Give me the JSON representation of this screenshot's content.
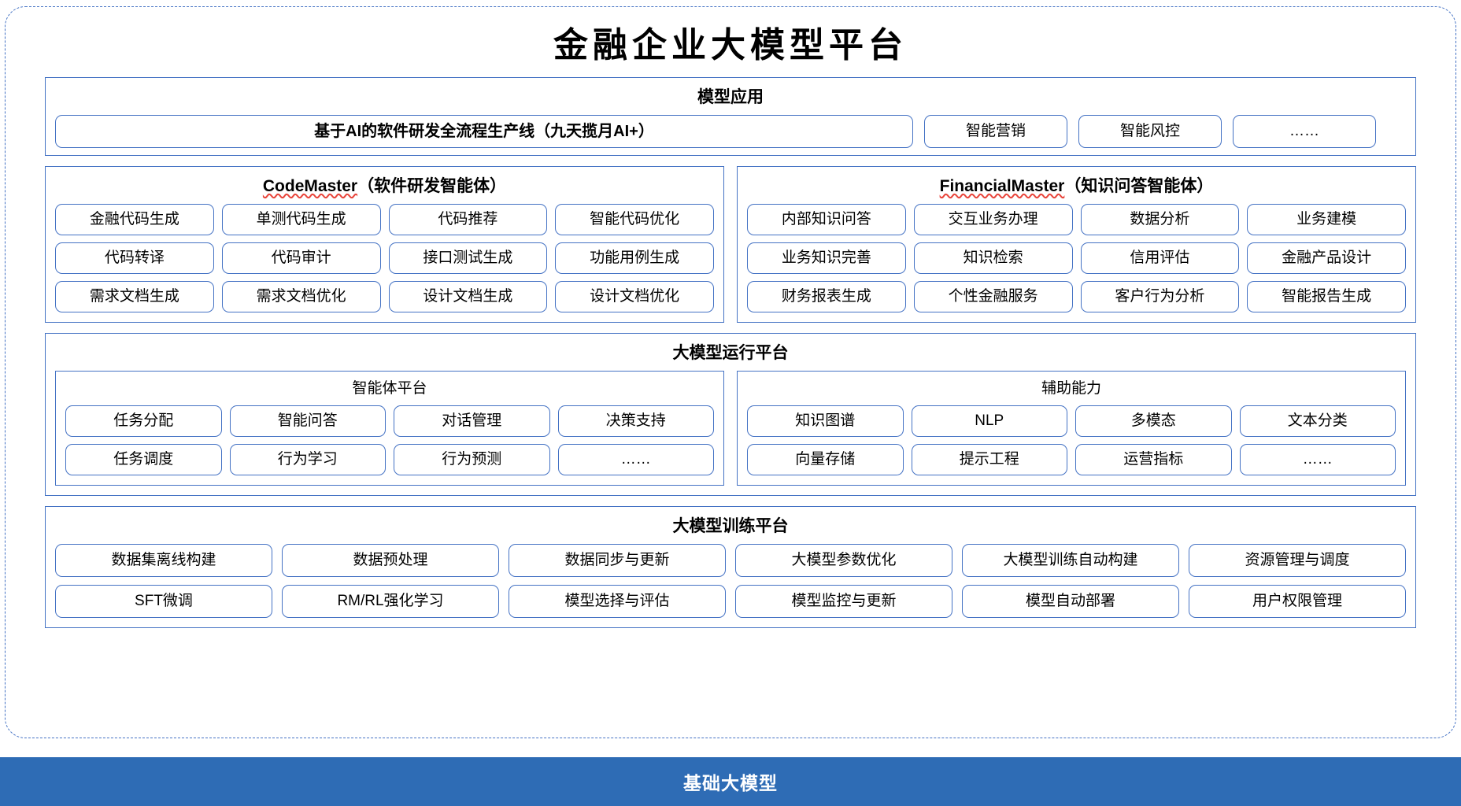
{
  "title": "金融企业大模型平台",
  "application_layer": {
    "title": "模型应用",
    "items": [
      {
        "label": "基于AI的软件研发全流程生产线（九天揽月AI+）",
        "wide": true
      },
      {
        "label": "智能营销",
        "wide": false
      },
      {
        "label": "智能风控",
        "wide": false
      },
      {
        "label": "……",
        "wide": false
      }
    ]
  },
  "agents": [
    {
      "name": "CodeMaster",
      "name_suffix": "（软件研发智能体）",
      "spellcheck_underline": true,
      "items": [
        "金融代码生成",
        "单测代码生成",
        "代码推荐",
        "智能代码优化",
        "代码转译",
        "代码审计",
        "接口测试生成",
        "功能用例生成",
        "需求文档生成",
        "需求文档优化",
        "设计文档生成",
        "设计文档优化"
      ]
    },
    {
      "name": "FinancialMaster",
      "name_suffix": "（知识问答智能体）",
      "spellcheck_underline": true,
      "items": [
        "内部知识问答",
        "交互业务办理",
        "数据分析",
        "业务建模",
        "业务知识完善",
        "知识检索",
        "信用评估",
        "金融产品设计",
        "财务报表生成",
        "个性金融服务",
        "客户行为分析",
        "智能报告生成"
      ]
    }
  ],
  "runtime_layer": {
    "title": "大模型运行平台",
    "groups": [
      {
        "title": "智能体平台",
        "items": [
          "任务分配",
          "智能问答",
          "对话管理",
          "决策支持",
          "任务调度",
          "行为学习",
          "行为预测",
          "……"
        ]
      },
      {
        "title": "辅助能力",
        "items": [
          "知识图谱",
          "NLP",
          "多模态",
          "文本分类",
          "向量存储",
          "提示工程",
          "运营指标",
          "……"
        ]
      }
    ]
  },
  "training_layer": {
    "title": "大模型训练平台",
    "items": [
      "数据集离线构建",
      "数据预处理",
      "数据同步与更新",
      "大模型参数优化",
      "大模型训练自动构建",
      "资源管理与调度",
      "SFT微调",
      "RM/RL强化学习",
      "模型选择与评估",
      "模型监控与更新",
      "模型自动部署",
      "用户权限管理"
    ]
  },
  "base_bar": {
    "label": "基础大模型"
  },
  "colors": {
    "accent_border": "#4472c4",
    "base_bar_background": "#2e6cb5",
    "spellcheck": "#e8443a"
  }
}
